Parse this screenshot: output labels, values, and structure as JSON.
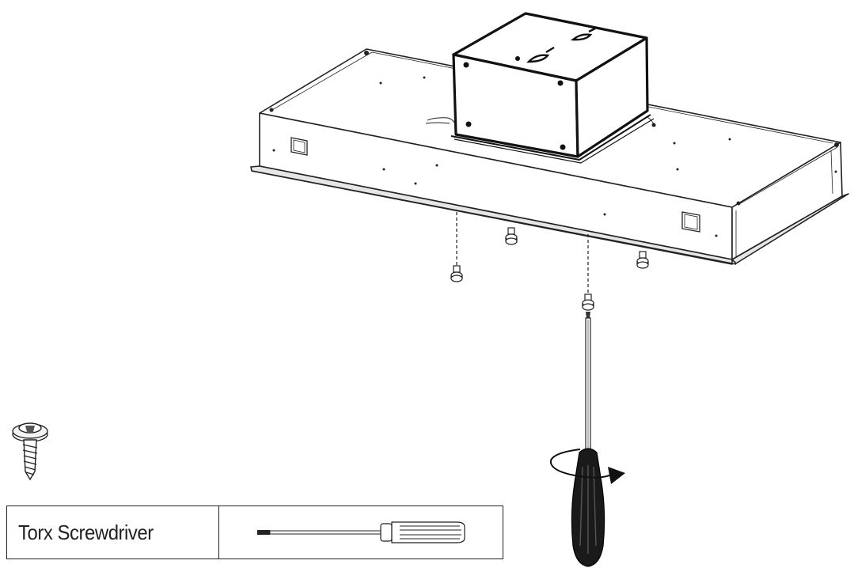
{
  "figure": {
    "objects": [
      "range-hood-body",
      "blower-box",
      "mounting-screws",
      "torx-screwdriver",
      "rotation-arrow",
      "screw-detail"
    ]
  },
  "tool_table": {
    "tool_name": "Torx Screwdriver",
    "tool_icon": "screwdriver-icon"
  }
}
